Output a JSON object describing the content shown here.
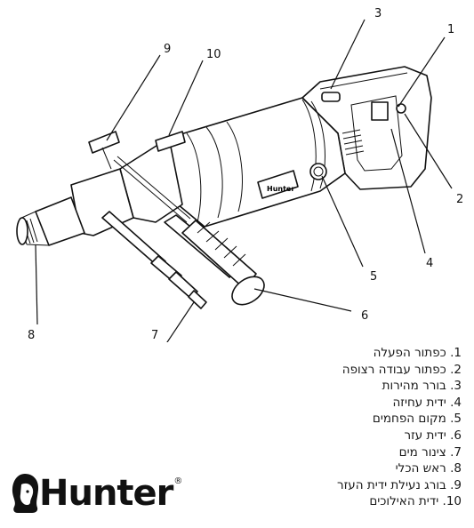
{
  "callouts": [
    "1",
    "2",
    "3",
    "4",
    "5",
    "6",
    "7",
    "8",
    "9",
    "10"
  ],
  "legend": [
    {
      "num": "1.",
      "text": "כפתור הפעלה"
    },
    {
      "num": "2.",
      "text": "כפתור עבודה רצופה"
    },
    {
      "num": "3.",
      "text": "בורר מהירות"
    },
    {
      "num": "4.",
      "text": "ידית עחיזה"
    },
    {
      "num": "5.",
      "text": "מקום הפחמים"
    },
    {
      "num": "6.",
      "text": "ידית עזר"
    },
    {
      "num": "7.",
      "text": "צינור מים"
    },
    {
      "num": "8.",
      "text": "ראש הכלי"
    },
    {
      "num": "9.",
      "text": "בורג נעילת ידית העזר"
    },
    {
      "num": "10.",
      "text": "ידית האילוכים"
    }
  ],
  "tool_badge": "Hunter",
  "brand": {
    "name": "Hunter",
    "reg": "®"
  }
}
